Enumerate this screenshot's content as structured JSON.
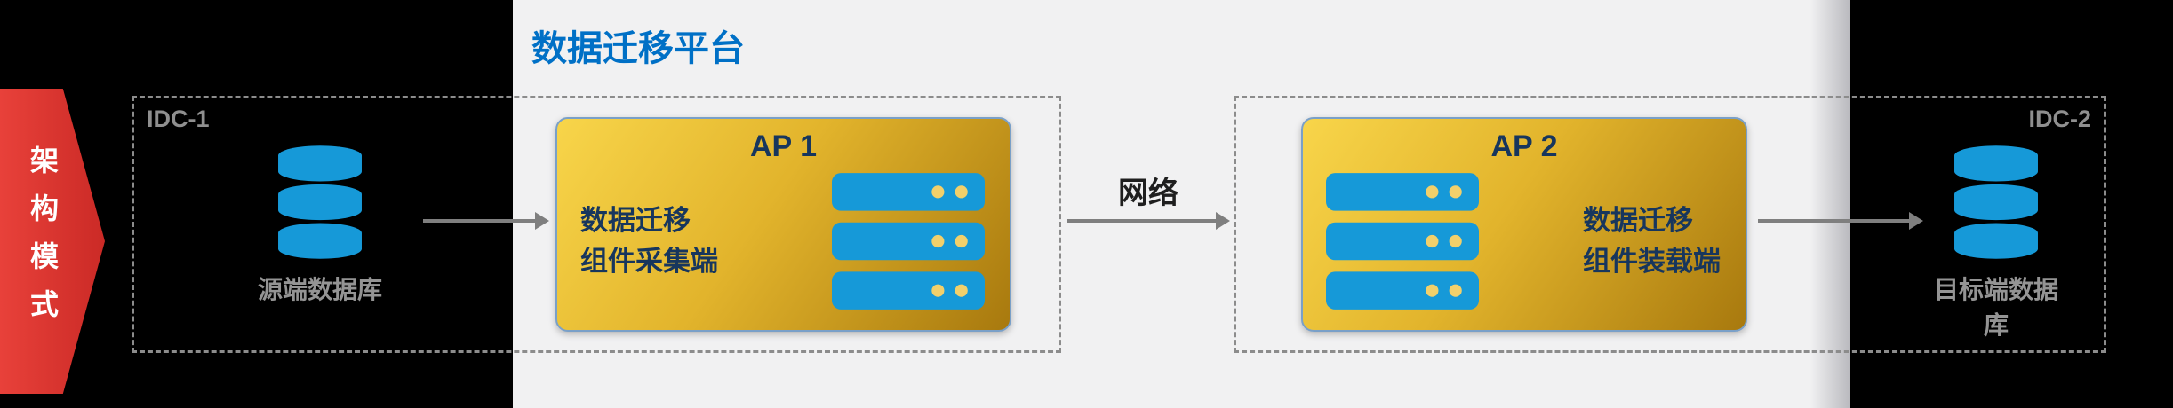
{
  "banner": {
    "label": "架构模式"
  },
  "platform": {
    "title": "数据迁移平台"
  },
  "idc1": {
    "label": "IDC-1",
    "database": {
      "label": "源端数据库"
    },
    "ap": {
      "title": "AP 1",
      "name_line1": "数据迁移",
      "name_line2": "组件采集端"
    }
  },
  "idc2": {
    "label": "IDC-2",
    "database": {
      "label": "目标端数据库"
    },
    "ap": {
      "title": "AP 2",
      "name_line1": "数据迁移",
      "name_line2": "组件装载端"
    }
  },
  "network": {
    "label": "网络"
  },
  "icons": {
    "database": "database-cylinder-icon",
    "server": "server-stack-icon"
  },
  "colors": {
    "background": "#000000",
    "platform_bg": "#f1f1f2",
    "title_blue": "#0070c6",
    "gold_light": "#f8d54a",
    "gold_dark": "#a8790e",
    "navy_text": "#17365d",
    "server_blue": "#1699d8",
    "database_blue": "#1699d8",
    "banner_red": "#d9382f",
    "dashed_gray": "#8c8c8c",
    "label_gray": "#949494",
    "arrow_gray": "#7f7f7f"
  }
}
